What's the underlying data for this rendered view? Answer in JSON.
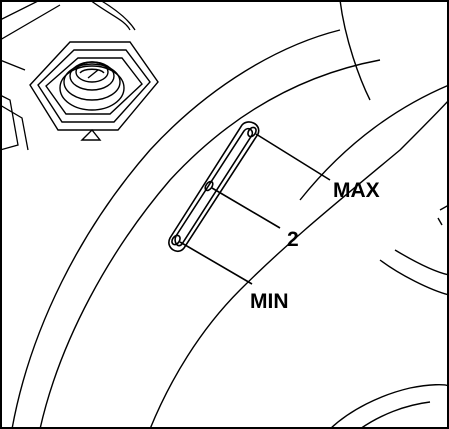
{
  "labels": {
    "max": "MAX",
    "level_marker": "2",
    "min": "MIN"
  },
  "colors": {
    "line": "#000000",
    "background": "#ffffff"
  }
}
